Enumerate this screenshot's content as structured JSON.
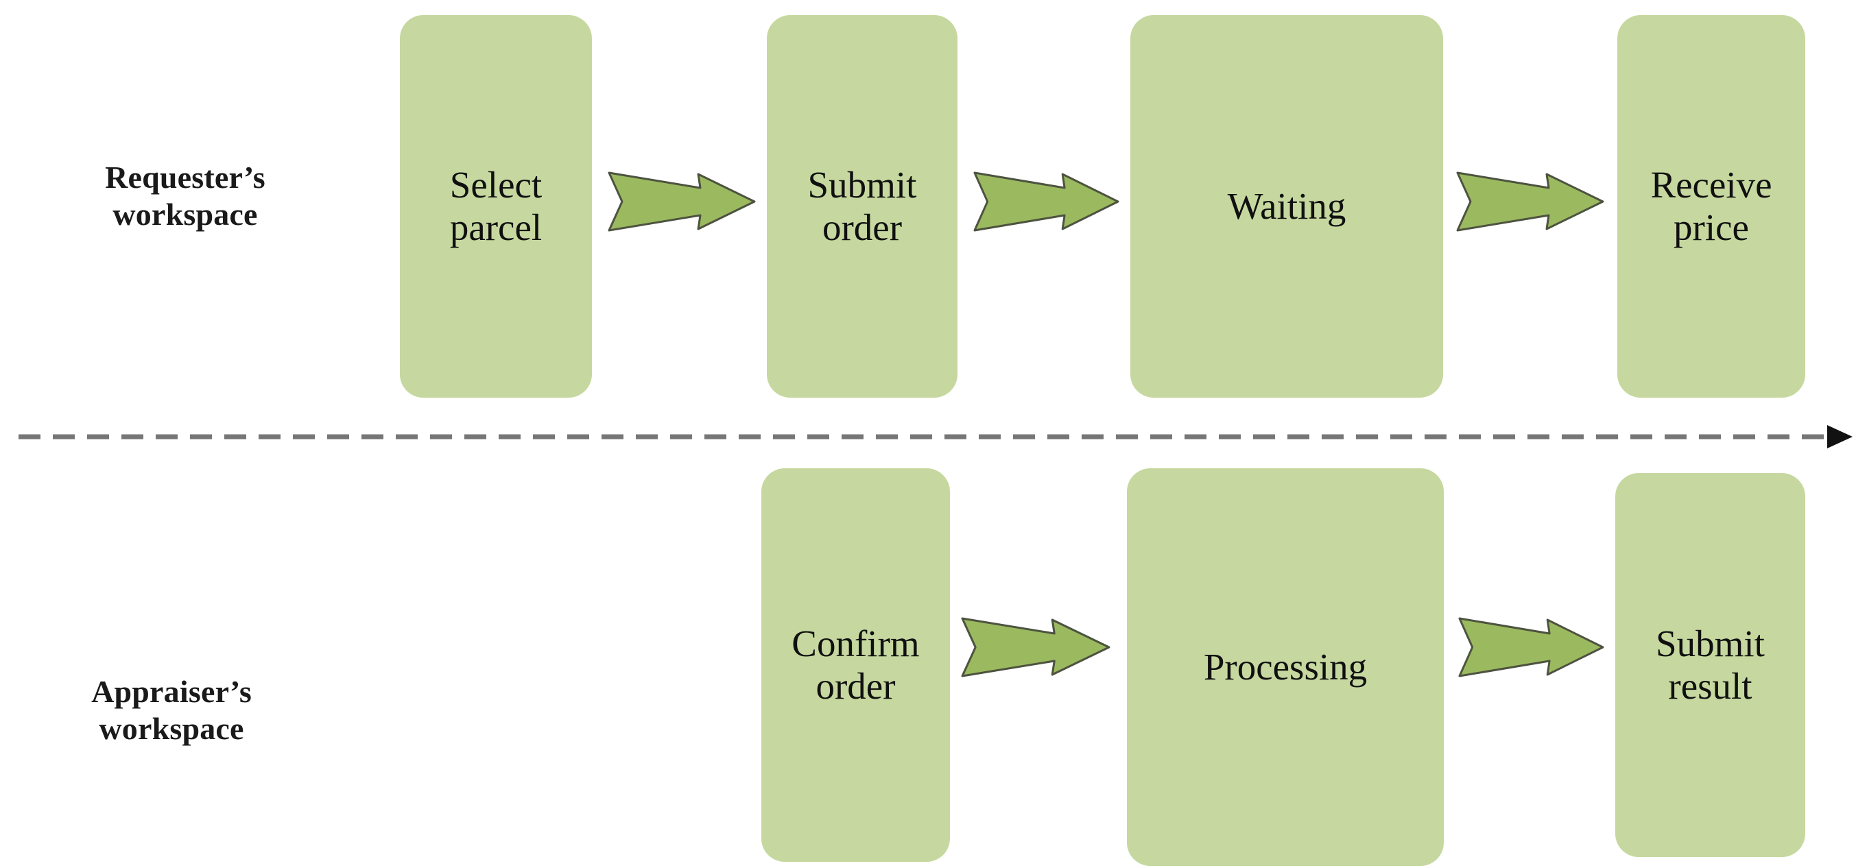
{
  "diagram": {
    "title_present": false,
    "background_color": "#ffffff",
    "box_fill": "#c6d89f",
    "arrow_fill": "#9bba5f",
    "arrow_stroke": "#4d5340",
    "divider_color": "#767676",
    "divider_arrowhead_color": "#1a1a1a",
    "text_color": "#101010"
  },
  "lanes": [
    {
      "id": "requester",
      "label": "Requester’s\nworkspace",
      "steps": [
        {
          "id": "select-parcel",
          "label": "Select\nparcel"
        },
        {
          "id": "submit-order",
          "label": "Submit\norder"
        },
        {
          "id": "waiting",
          "label": "Waiting"
        },
        {
          "id": "receive-price",
          "label": "Receive\nprice"
        }
      ],
      "arrows": [
        {
          "id": "arrow-select-to-submit",
          "name": "arrow-right-icon"
        },
        {
          "id": "arrow-submit-to-waiting",
          "name": "arrow-right-icon"
        },
        {
          "id": "arrow-waiting-to-receive",
          "name": "arrow-right-icon"
        }
      ]
    },
    {
      "id": "appraiser",
      "label": "Appraiser’s\nworkspace",
      "steps": [
        {
          "id": "confirm-order",
          "label": "Confirm\norder"
        },
        {
          "id": "processing",
          "label": "Processing"
        },
        {
          "id": "submit-result",
          "label": "Submit\nresult"
        }
      ],
      "arrows": [
        {
          "id": "arrow-confirm-to-processing",
          "name": "arrow-right-icon"
        },
        {
          "id": "arrow-processing-to-submit",
          "name": "arrow-right-icon"
        }
      ]
    }
  ],
  "divider": {
    "id": "lane-divider",
    "style": "dashed",
    "direction": "right",
    "arrowhead": true
  }
}
